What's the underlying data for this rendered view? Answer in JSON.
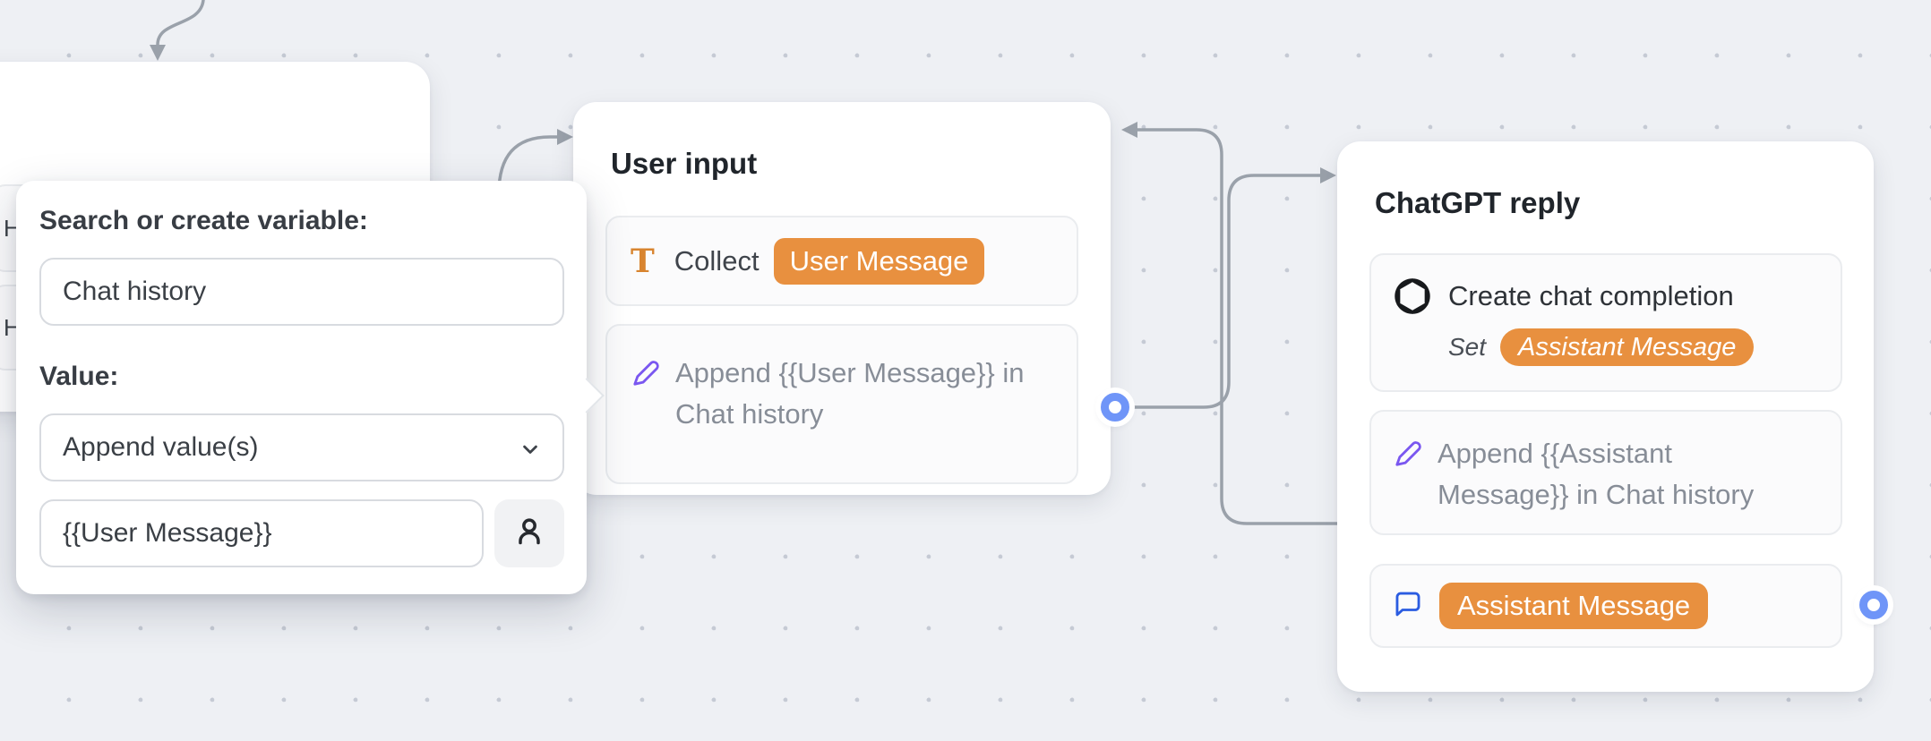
{
  "canvas": {
    "background": "#eef0f4",
    "dot_color": "#c5cad4"
  },
  "start_node": {
    "row_fragments": [
      "Hi",
      "Ho"
    ]
  },
  "variable_popup": {
    "search_label": "Search or create variable:",
    "variable_name": "Chat history",
    "value_label": "Value:",
    "mode_selected": "Append value(s)",
    "value_input": "{{User Message}}"
  },
  "user_input_node": {
    "title": "User input",
    "collect_row": {
      "icon_glyph": "T",
      "text": "Collect",
      "badge": "User Message"
    },
    "append_row": {
      "lines": [
        "Append {{User Message}} in",
        "Chat history"
      ]
    }
  },
  "chatgpt_node": {
    "title": "ChatGPT reply",
    "completion_row": {
      "text": "Create chat completion",
      "set_label": "Set",
      "badge": "Assistant Message"
    },
    "append_row": {
      "lines": [
        "Append {{Assistant",
        "Message}} in Chat history"
      ]
    },
    "message_row": {
      "badge": "Assistant Message"
    }
  },
  "icons": {
    "person": "person-icon",
    "chevron": "chevron-down-icon",
    "text_type": "text-T-icon",
    "pencil": "pencil-icon",
    "openai": "openai-logo-icon",
    "chat_bubble": "chat-bubble-icon",
    "port": "connection-port-icon"
  },
  "colors": {
    "accent_orange": "#E8903F",
    "icon_purple": "#7A57F0",
    "port_blue": "#6F95F8",
    "bubble_blue": "#2B5CE1",
    "connector_gray": "#9AA1AA",
    "t_icon_orange": "#D8842F"
  }
}
